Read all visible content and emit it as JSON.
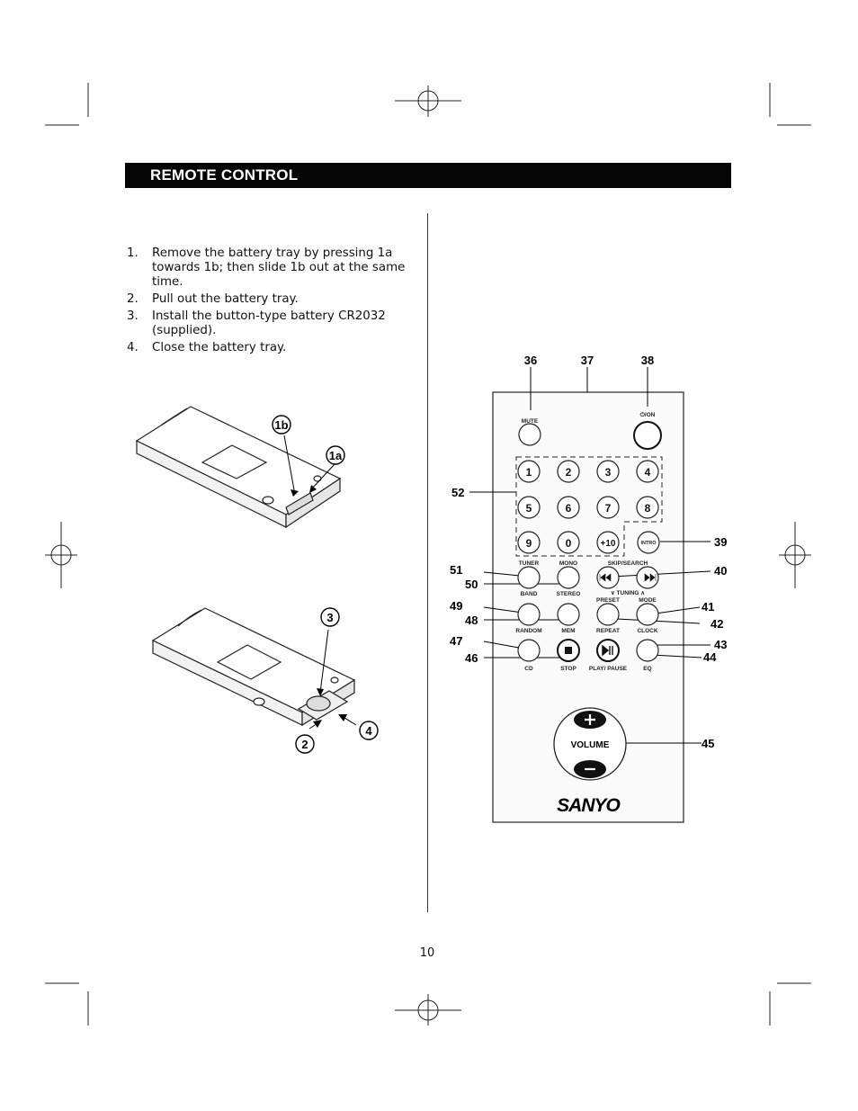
{
  "header": {
    "title": "REMOTE CONTROL"
  },
  "instructions": [
    {
      "num": "1.",
      "text": "Remove the battery tray by pressing 1a towards 1b; then slide 1b out at the same time."
    },
    {
      "num": "2.",
      "text": "Pull out the battery tray."
    },
    {
      "num": "3.",
      "text": "Install the button-type battery CR2032 (supplied)."
    },
    {
      "num": "4.",
      "text": "Close the battery tray."
    }
  ],
  "figure1": {
    "labels": [
      "1b",
      "1a"
    ]
  },
  "figure2": {
    "labels": [
      "3",
      "2",
      "4"
    ]
  },
  "remote": {
    "brand": "SANYO",
    "button_labels": {
      "mute": "MUTE",
      "power": "⏻/ON",
      "intro": "INTRO",
      "tuner": "TUNER",
      "band": "BAND",
      "mono": "MONO",
      "stereo": "STEREO",
      "skip_search": "SKIP/SEARCH",
      "tuning": "∨ TUNING ∧",
      "preset": "PRESET",
      "mode": "MODE",
      "random": "RANDOM",
      "mem": "MEM",
      "repeat": "REPEAT",
      "clock": "CLOCK",
      "cd": "CD",
      "stop": "STOP",
      "play_pause": "PLAY/ PAUSE",
      "eq": "EQ",
      "volume": "VOLUME"
    },
    "numeric_keys": [
      "1",
      "2",
      "3",
      "4",
      "5",
      "6",
      "7",
      "8",
      "9",
      "0",
      "+10"
    ],
    "callouts": [
      "36",
      "37",
      "38",
      "52",
      "39",
      "51",
      "40",
      "50",
      "49",
      "41",
      "48",
      "42",
      "47",
      "43",
      "46",
      "44",
      "45"
    ]
  },
  "page_number": "10"
}
